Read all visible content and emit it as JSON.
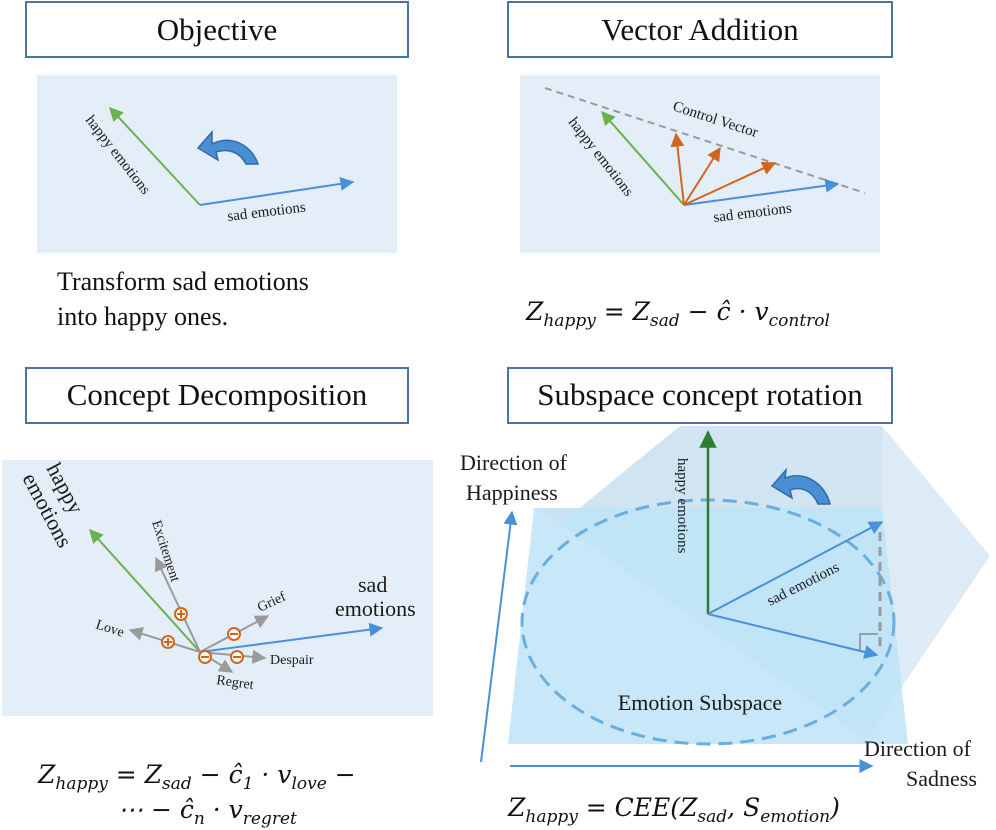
{
  "panels": {
    "objective": {
      "title": "Objective",
      "happy_label": "happy emotions",
      "sad_label": "sad emotions",
      "caption_line1": "Transform sad emotions",
      "caption_line2": "into happy ones."
    },
    "vector_addition": {
      "title": "Vector Addition",
      "happy_label": "happy emotions",
      "sad_label": "sad emotions",
      "control_label": "Control Vector",
      "formula": {
        "lhs": "Z",
        "lhs_sub": "happy",
        "eq": " = Z",
        "sad_sub": "sad",
        "mid": " − ĉ · v",
        "ctrl_sub": "control"
      }
    },
    "concept_decomposition": {
      "title": "Concept Decomposition",
      "happy_line1": "happy",
      "happy_line2": "emotions",
      "sad_line1": "sad",
      "sad_line2": "emotions",
      "concepts": [
        "Excitement",
        "Grief",
        "Love",
        "Despair",
        "Regret"
      ],
      "formula_line1": {
        "z": "Z",
        "z_sub": "happy",
        "eq": " = Z",
        "sad_sub": "sad",
        "mid": " − ĉ",
        "c_sub": "1",
        "dot": " · v",
        "v_sub": "love",
        "tail": " −"
      },
      "formula_line2": {
        "head": "⋯ − ĉ",
        "c_sub": "n",
        "dot": " · v",
        "v_sub": "regret"
      }
    },
    "subspace_rotation": {
      "title": "Subspace concept rotation",
      "dir_happy_line1": "Direction of",
      "dir_happy_line2": "Happiness",
      "dir_sad_line1": "Direction of",
      "dir_sad_line2": "Sadness",
      "happy_label": "happy emotions",
      "sad_label": "sad emotions",
      "subspace_label": "Emotion Subspace",
      "formula": {
        "z": "Z",
        "z_sub": "happy",
        "eq": " = CEE(Z",
        "sad_sub": "sad",
        "comma": ", S",
        "s_sub": "emotion",
        "close": ")"
      }
    }
  },
  "colors": {
    "panel_bg": "#e4eef8",
    "title_border": "#4a74a8",
    "green": "#6ab04c",
    "blue": "#4a90d9",
    "orange": "#d0661e",
    "gray": "#9a9a9a",
    "dark_green": "#2e7d32"
  }
}
